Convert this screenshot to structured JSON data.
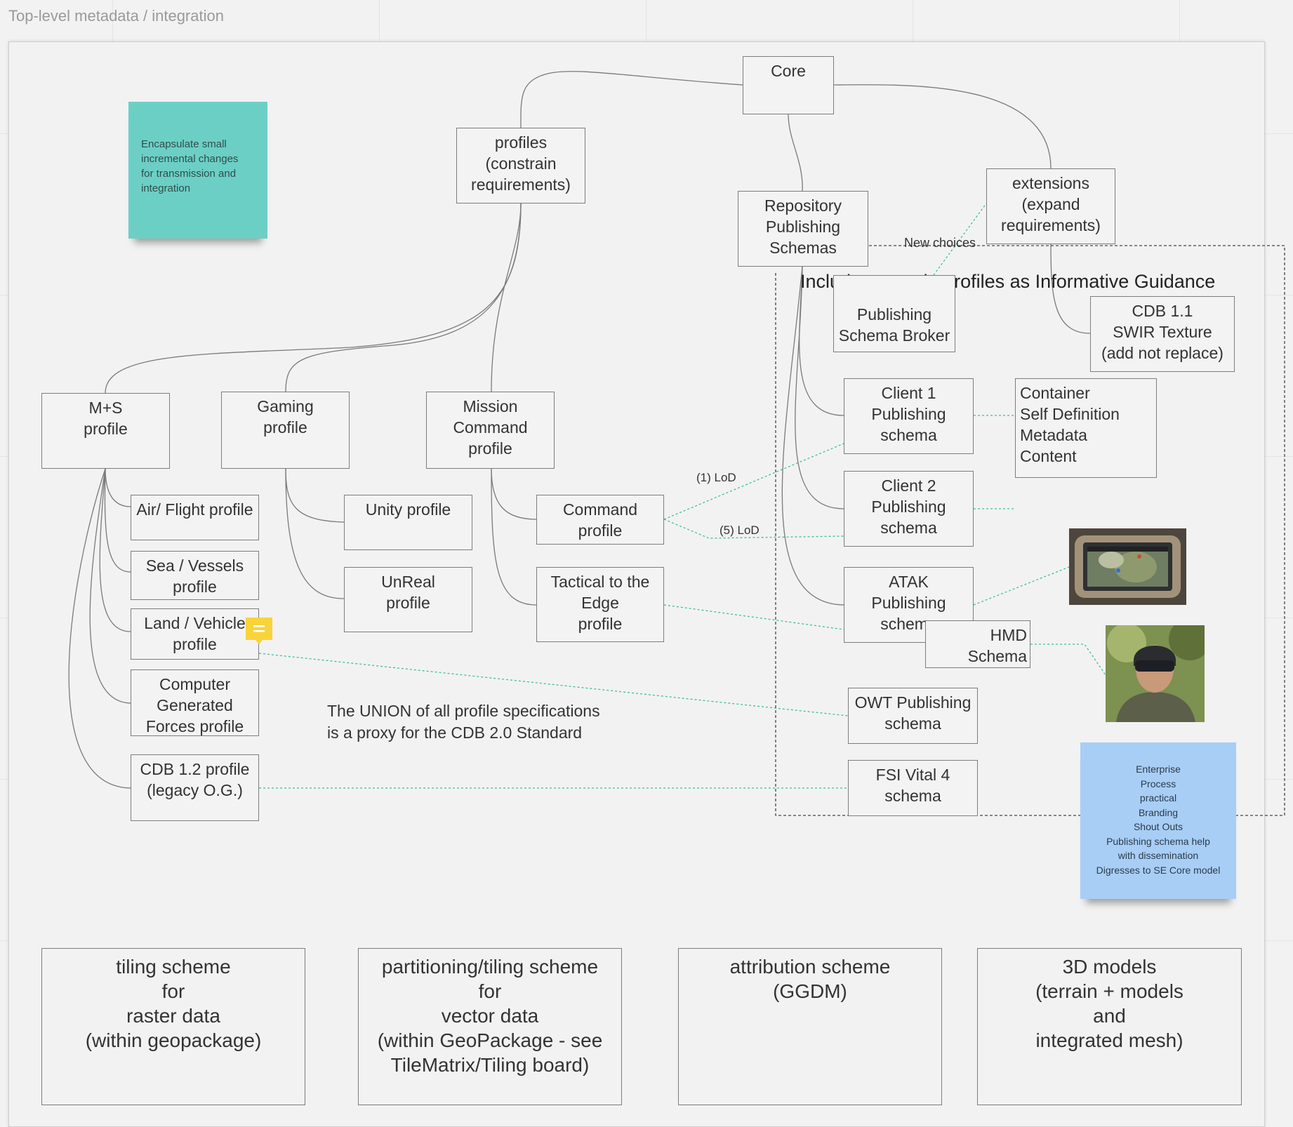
{
  "frame": {
    "title": "Top-level metadata / integration"
  },
  "nodes": {
    "core": "Core",
    "profiles": "profiles\n(constrain\nrequirements)",
    "repository": "Repository\nPublishing\nSchemas",
    "extensions": "extensions\n(expand\nrequirements)",
    "broker": "Publishing\nSchema Broker",
    "cdb11": "CDB 1.1\nSWIR Texture\n(add not replace)",
    "client1": "Client 1\nPublishing\nschema",
    "container": "Container\n  Self Definition\n  Metadata\n  Content",
    "client2": "Client 2\nPublishing\nschema",
    "atak": "ATAK\nPublishing\nschema",
    "hmd": "HMD\nSchema",
    "owt": "OWT Publishing\nschema",
    "fsi": "FSI Vital 4\nschema",
    "ms": "M+S\nprofile",
    "gaming": "Gaming\nprofile",
    "mission": "Mission\nCommand\nprofile",
    "air": "Air/ Flight profile",
    "sea": "Sea / Vessels\nprofile",
    "land": "Land / Vehicle\nprofile",
    "cgf": "Computer\nGenerated\nForces profile",
    "cdb12": "CDB 1.2 profile\n(legacy O.G.)",
    "unity": "Unity profile",
    "unreal": "UnReal\nprofile",
    "command": "Command\nprofile",
    "tactical": "Tactical to the\nEdge\nprofile"
  },
  "labels": {
    "new_choices": "New choices",
    "informative": "Include example profiles as Informative Guidance",
    "lod1": "(1) LoD",
    "lod5": "(5) LoD",
    "union": "The UNION of all profile specifications\n is a proxy for the  CDB 2.0 Standard"
  },
  "stickies": {
    "teal": "Encapsulate small\nincremental changes\nfor transmission and\nintegration",
    "blue": "Enterprise\nProcess\npractical\nBranding\nShout Outs\nPublishing schema help\nwith dissemination\nDigresses to SE Core model"
  },
  "bottom": {
    "tiling": "tiling scheme\nfor\nraster data\n(within geopackage)",
    "partitioning": "partitioning/tiling scheme\nfor\nvector data\n(within GeoPackage - see\nTileMatrix/Tiling board)",
    "attribution": "attribution scheme\n(GGDM)",
    "models": "3D models\n(terrain + models\nand\nintegrated mesh)"
  },
  "colors": {
    "teal_sticky": "#6ccfc6",
    "blue_sticky": "#a8cef6",
    "connector_gray": "#7a7a7a",
    "connector_green": "#3fbf9a",
    "comment_yellow": "#f8d43a"
  }
}
